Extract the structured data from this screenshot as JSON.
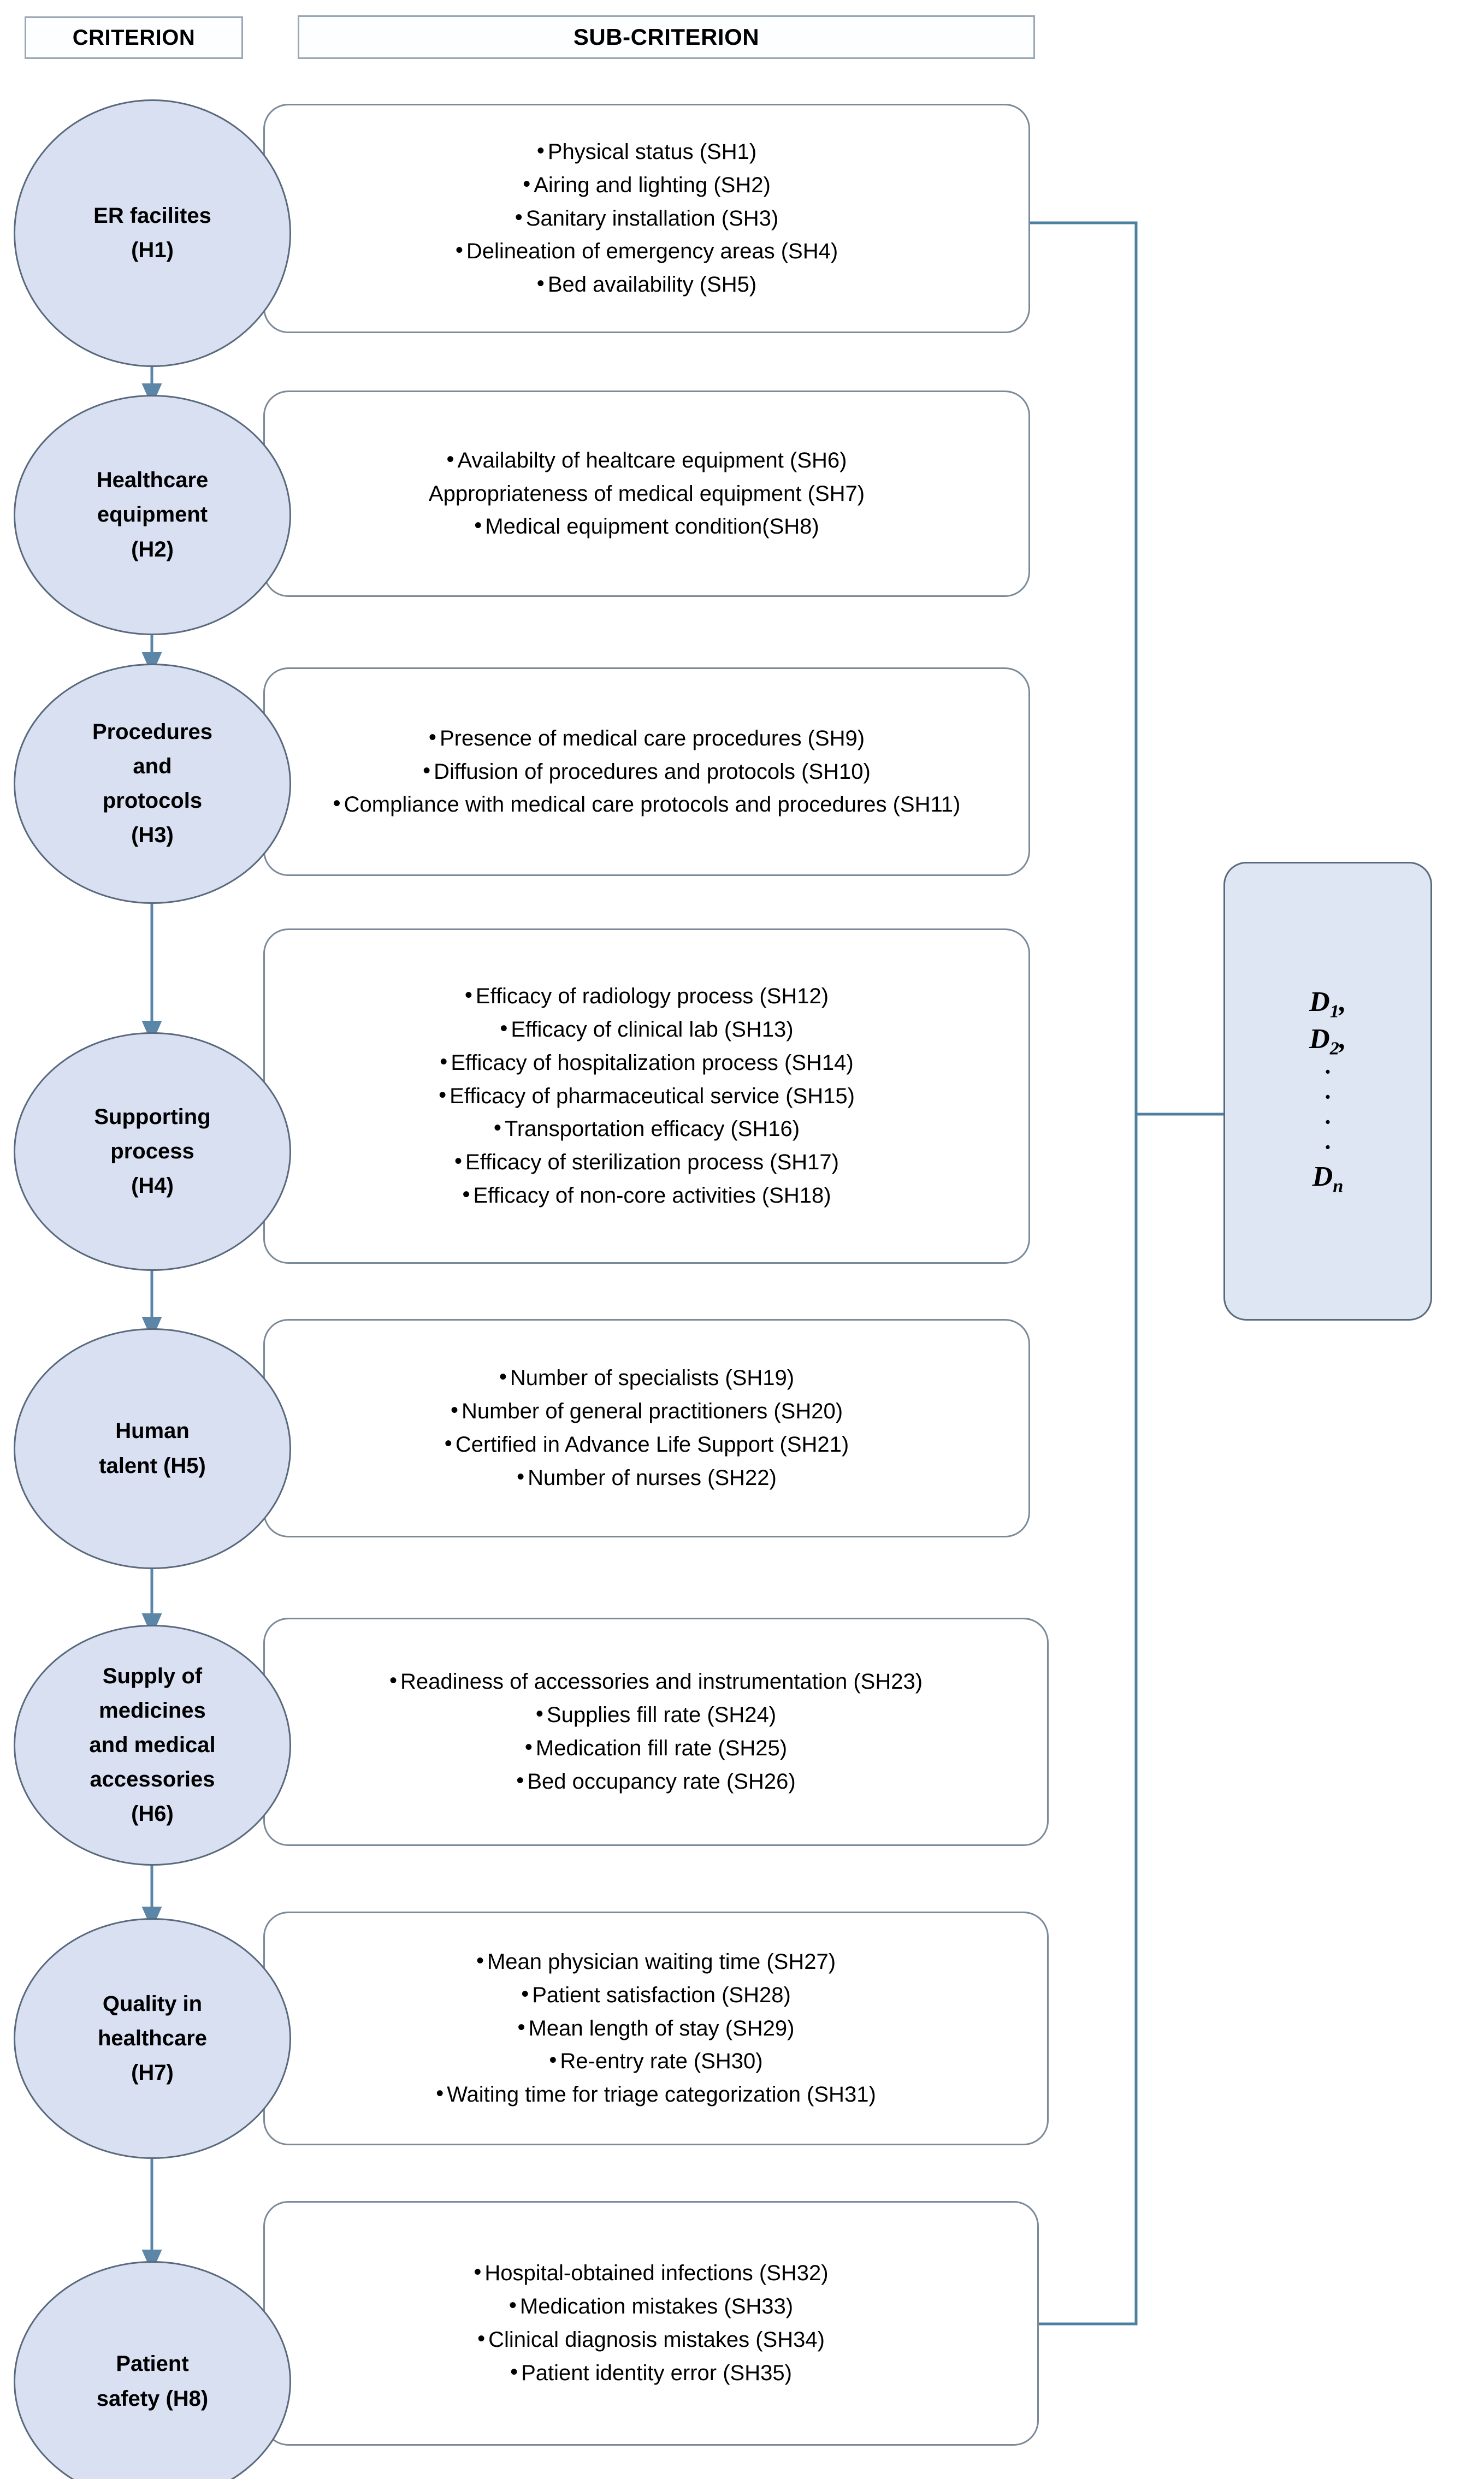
{
  "header": {
    "criterion_label": "CRITERION",
    "subcriterion_label": "SUB-CRITERION"
  },
  "colors": {
    "node_fill": "#d9e0f2",
    "node_stroke": "#5a6a7d",
    "box_fill": "#ffffff",
    "box_stroke": "#7b8a99",
    "connector": "#5b86a8",
    "bracket": "#4d7fa0",
    "alternatives_fill": "#dde6f2",
    "header_stroke": "#9aa7b4"
  },
  "criteria": [
    {
      "id": "H1",
      "label": "ER facilites\n(H1)",
      "subcriteria": [
        {
          "text": "Physical status (SH1)",
          "bullet": true
        },
        {
          "text": "Airing and lighting (SH2)",
          "bullet": true
        },
        {
          "text": "Sanitary installation (SH3)",
          "bullet": true
        },
        {
          "text": "Delineation of emergency areas (SH4)",
          "bullet": true
        },
        {
          "text": "Bed availability (SH5)",
          "bullet": true
        }
      ]
    },
    {
      "id": "H2",
      "label": "Healthcare\nequipment\n(H2)",
      "subcriteria": [
        {
          "text": "Availabilty of healtcare equipment (SH6)",
          "bullet": true
        },
        {
          "text": "Appropriateness of medical equipment (SH7)",
          "bullet": false
        },
        {
          "text": "Medical equipment condition(SH8)",
          "bullet": true
        }
      ]
    },
    {
      "id": "H3",
      "label": "Procedures\nand\nprotocols\n(H3)",
      "subcriteria": [
        {
          "text": "Presence of medical care procedures (SH9)",
          "bullet": true
        },
        {
          "text": "Diffusion of procedures and protocols (SH10)",
          "bullet": true
        },
        {
          "text": "Compliance with medical care protocols and procedures (SH11)",
          "bullet": true
        }
      ]
    },
    {
      "id": "H4",
      "label": "Supporting\nprocess\n(H4)",
      "subcriteria": [
        {
          "text": "Efficacy of radiology process (SH12)",
          "bullet": true
        },
        {
          "text": "Efficacy of clinical lab (SH13)",
          "bullet": true
        },
        {
          "text": "Efficacy of hospitalization process (SH14)",
          "bullet": true
        },
        {
          "text": "Efficacy of pharmaceutical service (SH15)",
          "bullet": true
        },
        {
          "text": "Transportation efficacy (SH16)",
          "bullet": true
        },
        {
          "text": "Efficacy of sterilization process (SH17)",
          "bullet": true
        },
        {
          "text": "Efficacy of non-core activities (SH18)",
          "bullet": true
        }
      ]
    },
    {
      "id": "H5",
      "label": "Human\ntalent (H5)",
      "subcriteria": [
        {
          "text": "Number of specialists (SH19)",
          "bullet": true
        },
        {
          "text": "Number of general practitioners (SH20)",
          "bullet": true
        },
        {
          "text": "Certified in Advance Life Support (SH21)",
          "bullet": true
        },
        {
          "text": "Number of nurses (SH22)",
          "bullet": true
        }
      ]
    },
    {
      "id": "H6",
      "label": "Supply of\nmedicines\nand medical\naccessories\n(H6)",
      "subcriteria": [
        {
          "text": "Readiness of accessories and instrumentation (SH23)",
          "bullet": true
        },
        {
          "text": "Supplies fill rate (SH24)",
          "bullet": true
        },
        {
          "text": "Medication fill rate (SH25)",
          "bullet": true
        },
        {
          "text": "Bed occupancy rate (SH26)",
          "bullet": true
        }
      ]
    },
    {
      "id": "H7",
      "label": "Quality in\nhealthcare\n(H7)",
      "subcriteria": [
        {
          "text": "Mean physician waiting time (SH27)",
          "bullet": true
        },
        {
          "text": "Patient satisfaction (SH28)",
          "bullet": true
        },
        {
          "text": "Mean length of stay  (SH29)",
          "bullet": true
        },
        {
          "text": "Re-entry rate (SH30)",
          "bullet": true
        },
        {
          "text": "Waiting time for triage categorization (SH31)",
          "bullet": true
        }
      ]
    },
    {
      "id": "H8",
      "label": "Patient\nsafety (H8)",
      "subcriteria": [
        {
          "text": "Hospital-obtained infections (SH32)",
          "bullet": true
        },
        {
          "text": "Medication mistakes (SH33)",
          "bullet": true
        },
        {
          "text": "Clinical diagnosis mistakes (SH34)",
          "bullet": true
        },
        {
          "text": "Patient identity error (SH35)",
          "bullet": true
        }
      ]
    }
  ],
  "alternatives": {
    "lines": [
      "D₁,",
      "D₂,",
      "·",
      "·",
      "·",
      "·",
      "Dₙ"
    ],
    "items": [
      {
        "base": "D",
        "sub": "1",
        "suffix": ","
      },
      {
        "base": "D",
        "sub": "2",
        "suffix": ","
      },
      {
        "base": "D",
        "sub": "n",
        "suffix": ""
      }
    ],
    "ellipsis_dot": "·",
    "ellipsis_count": 4
  }
}
